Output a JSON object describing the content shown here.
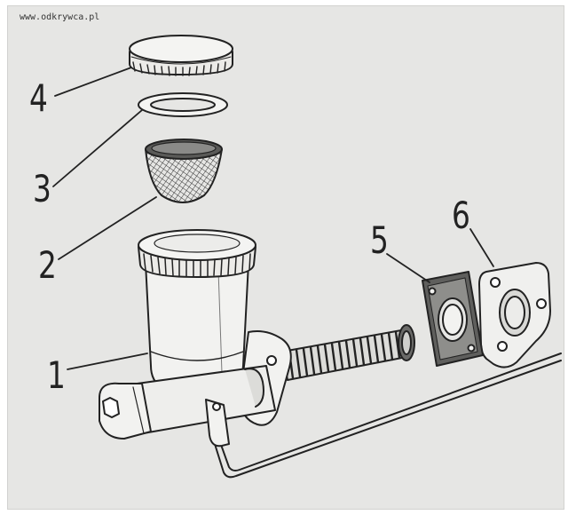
{
  "watermark": "www.odkrywca.pl",
  "callouts": {
    "n1": "1",
    "n2": "2",
    "n3": "3",
    "n4": "4",
    "n5": "5",
    "n6": "6"
  },
  "colors": {
    "paper": "#e6e6e4",
    "ink": "#222222",
    "fill_light": "#f2f2f0",
    "fill_mid": "#cfcfcc",
    "fill_dark": "#5a5a58"
  }
}
